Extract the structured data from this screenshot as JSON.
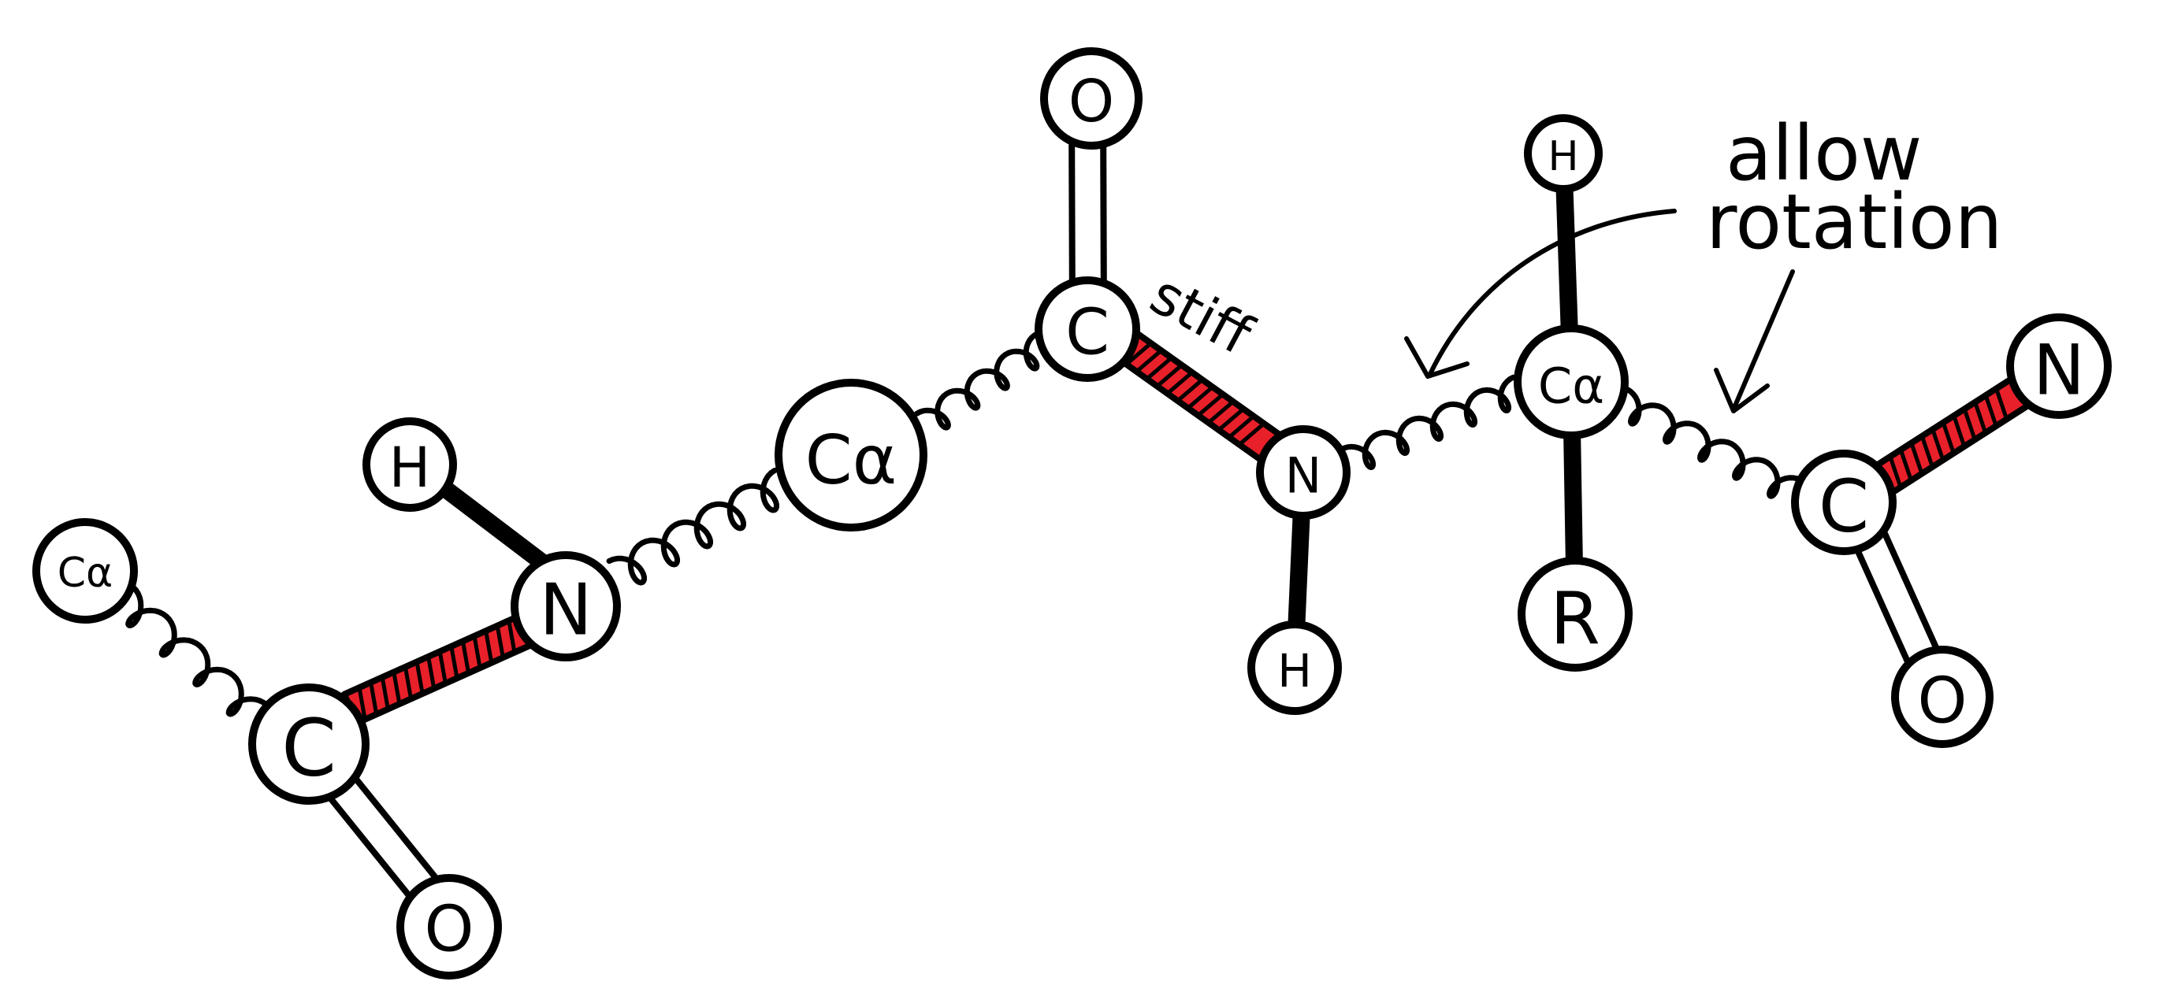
{
  "colors": {
    "ink": "#000000",
    "paper": "#ffffff",
    "stiff_bond": "#e8202a"
  },
  "atoms": [
    {
      "id": "ca1",
      "label": "Cα"
    },
    {
      "id": "c1",
      "label": "C"
    },
    {
      "id": "o1",
      "label": "O"
    },
    {
      "id": "n1",
      "label": "N"
    },
    {
      "id": "h1",
      "label": "H"
    },
    {
      "id": "ca2",
      "label": "Cα"
    },
    {
      "id": "c2",
      "label": "C"
    },
    {
      "id": "o2",
      "label": "O"
    },
    {
      "id": "n2",
      "label": "N"
    },
    {
      "id": "h2",
      "label": "H"
    },
    {
      "id": "ca3",
      "label": "Cα"
    },
    {
      "id": "h3",
      "label": "H"
    },
    {
      "id": "r",
      "label": "R"
    },
    {
      "id": "c3",
      "label": "C"
    },
    {
      "id": "o3",
      "label": "O"
    },
    {
      "id": "n3",
      "label": "N"
    }
  ],
  "annotations": {
    "stiff": "stiff",
    "allow_line1": "allow",
    "allow_line2": "rotation"
  }
}
